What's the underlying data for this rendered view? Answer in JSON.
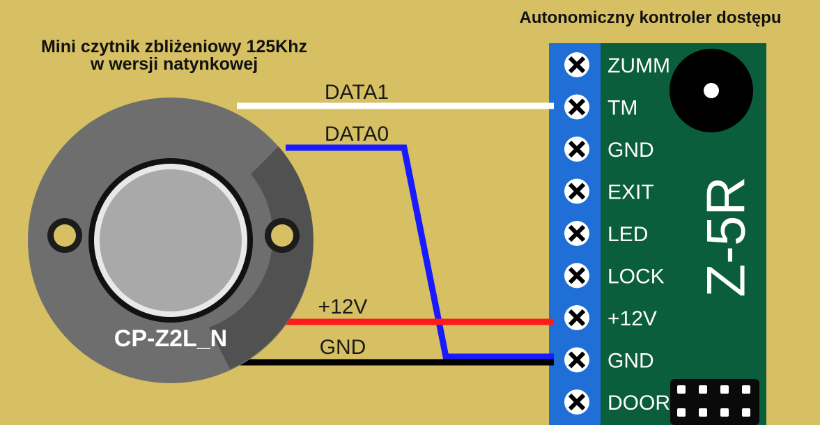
{
  "reader": {
    "title_line1": "Mini czytnik zbliżeniowy 125Khz",
    "title_line2": "w wersji natynkowej",
    "model": "CP-Z2L_N"
  },
  "controller": {
    "title": "Autonomiczny kontroler dostępu",
    "model": "Z-5R",
    "terminals": [
      "ZUMM",
      "TM",
      "GND",
      "EXIT",
      "LED",
      "LOCK",
      "+12V",
      "GND",
      "DOOR"
    ]
  },
  "wires": [
    {
      "label": "DATA1",
      "color": "#ffffff",
      "from": "reader",
      "to_terminal": "TM"
    },
    {
      "label": "DATA0",
      "color": "#1a1aff",
      "from": "reader",
      "to_terminal": "GND"
    },
    {
      "label": "+12V",
      "color": "#ff1a1a",
      "from": "reader",
      "to_terminal": "+12V"
    },
    {
      "label": "GND",
      "color": "#000000",
      "from": "reader",
      "to_terminal": "GND"
    }
  ],
  "colors": {
    "background": "#d6c063",
    "terminal_block": "#1f6fd6",
    "board": "#0b5e3b",
    "reader_body": "#6e6e6e",
    "reader_button": "#a9a9a9"
  }
}
